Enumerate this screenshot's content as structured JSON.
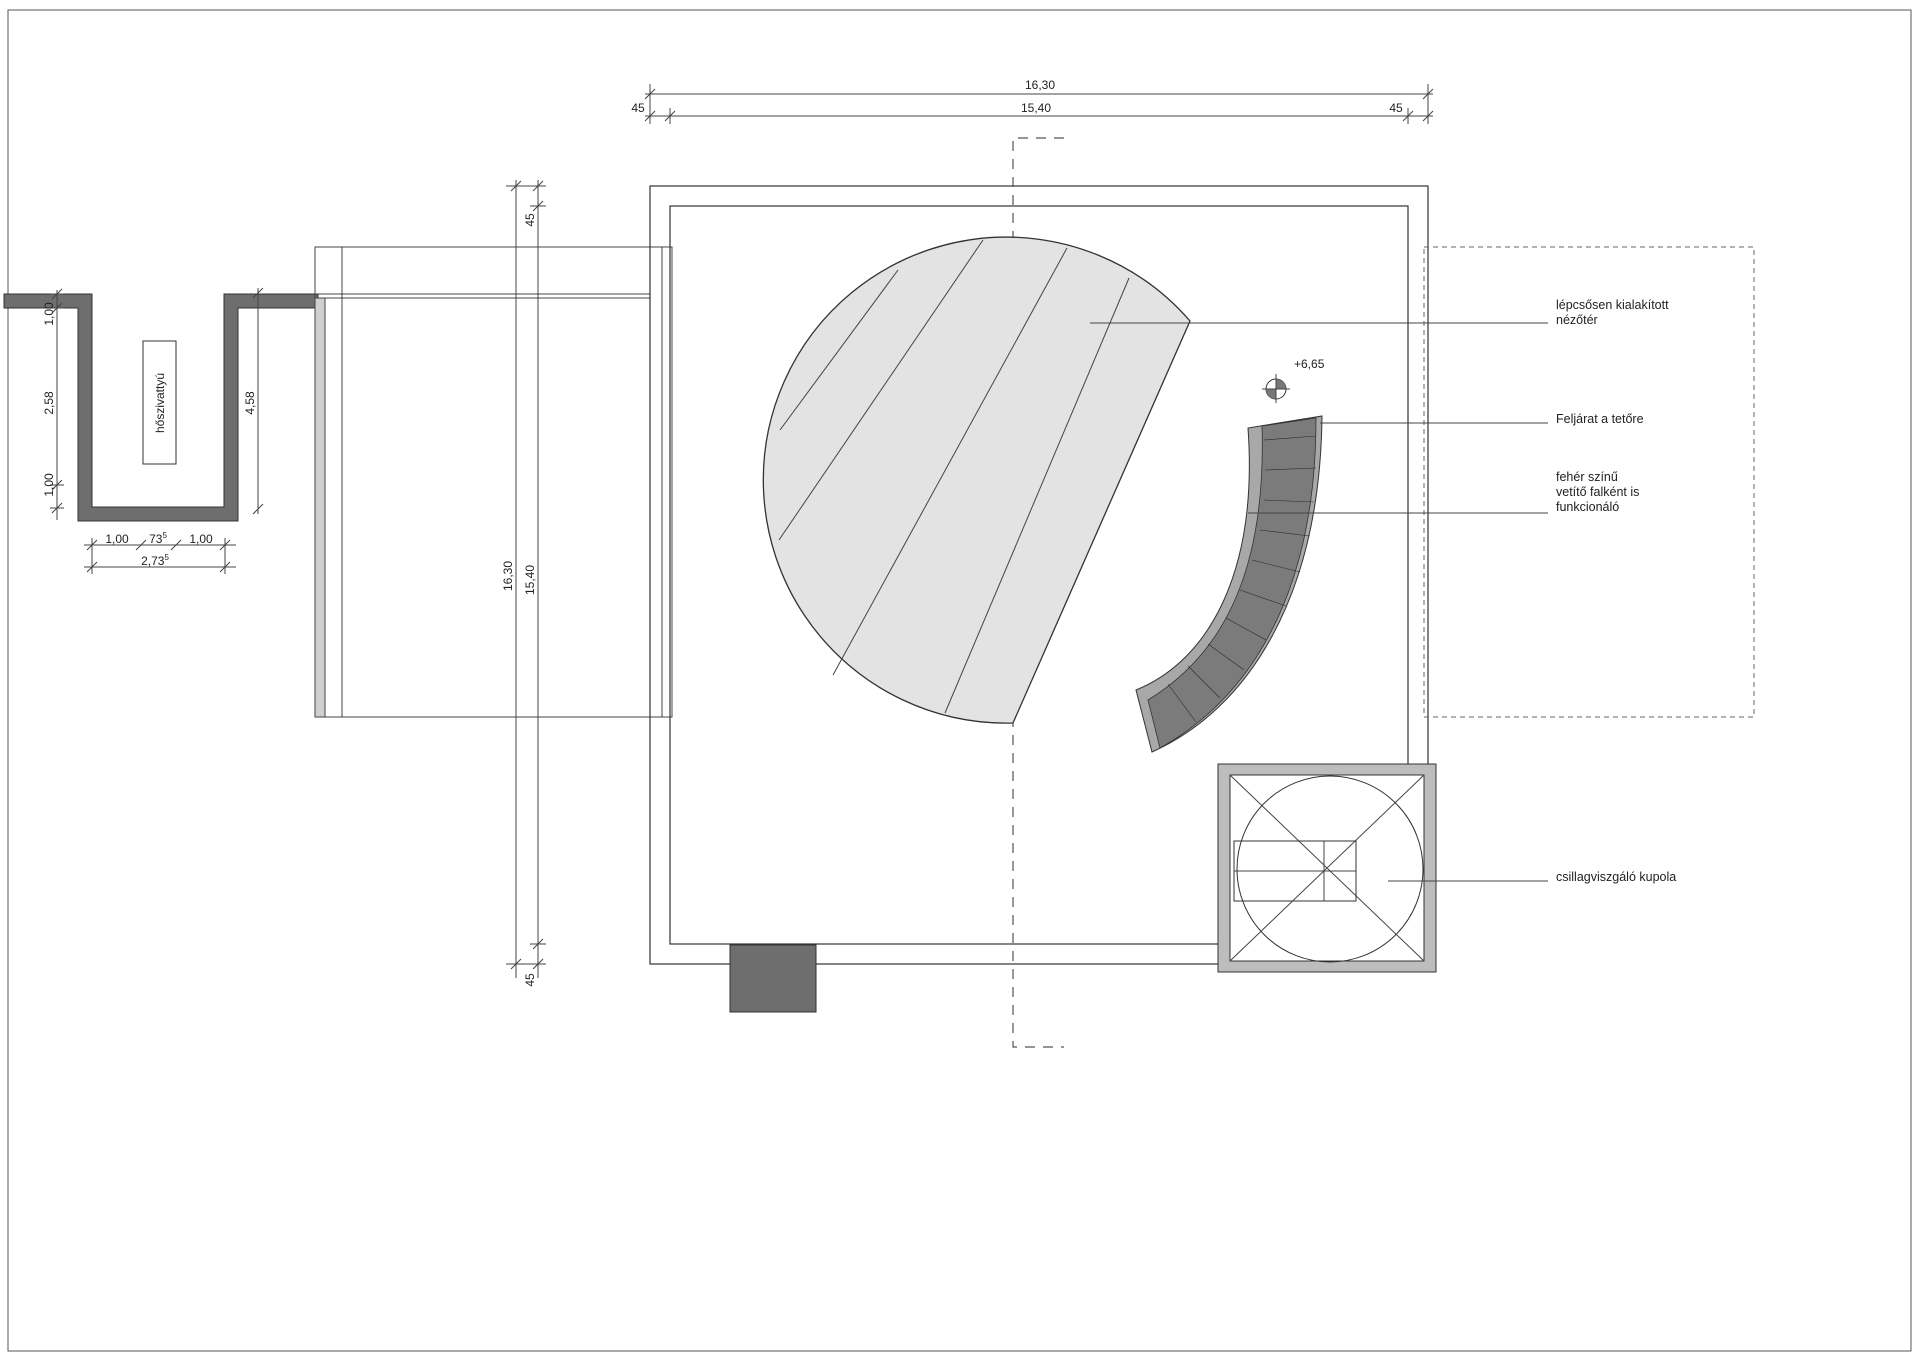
{
  "dimensions": {
    "top_overall": "16,30",
    "top_inner": "15,40",
    "top_left_margin": "45",
    "top_right_margin": "45",
    "vertical_overall": "16,30",
    "vertical_inner": "15,40",
    "vertical_top_margin": "45",
    "vertical_bottom_margin": "45",
    "channel_left_top": "1,00",
    "channel_left_mid": "2,58",
    "channel_left_bottom": "1,00",
    "channel_right": "4,58",
    "channel_bottom_left": "1,00",
    "channel_bottom_mid": "73",
    "channel_bottom_mid_sup": "5",
    "channel_bottom_right": "1,00",
    "channel_total": "2,73",
    "channel_total_sup": "5"
  },
  "labels": {
    "heat_pump": "hőszivattyú",
    "seating_line1": "lépcsősen kialakított",
    "seating_line2": "nézőtér",
    "level": "+6,65",
    "roof_access": "Feljárat a tetőre",
    "screen_line1": "fehér színű",
    "screen_line2": "vetítő falként is",
    "screen_line3": "funkcionáló",
    "dome": "csillagviszgáló kupola"
  },
  "colors": {
    "line": "#333333",
    "wall_dark": "#6e6e6e",
    "wall_light": "#bdbdbd",
    "fill_seating": "#e3e3e3",
    "stair_dark": "#7b7b7b",
    "stair_light": "#a8a8a8"
  }
}
